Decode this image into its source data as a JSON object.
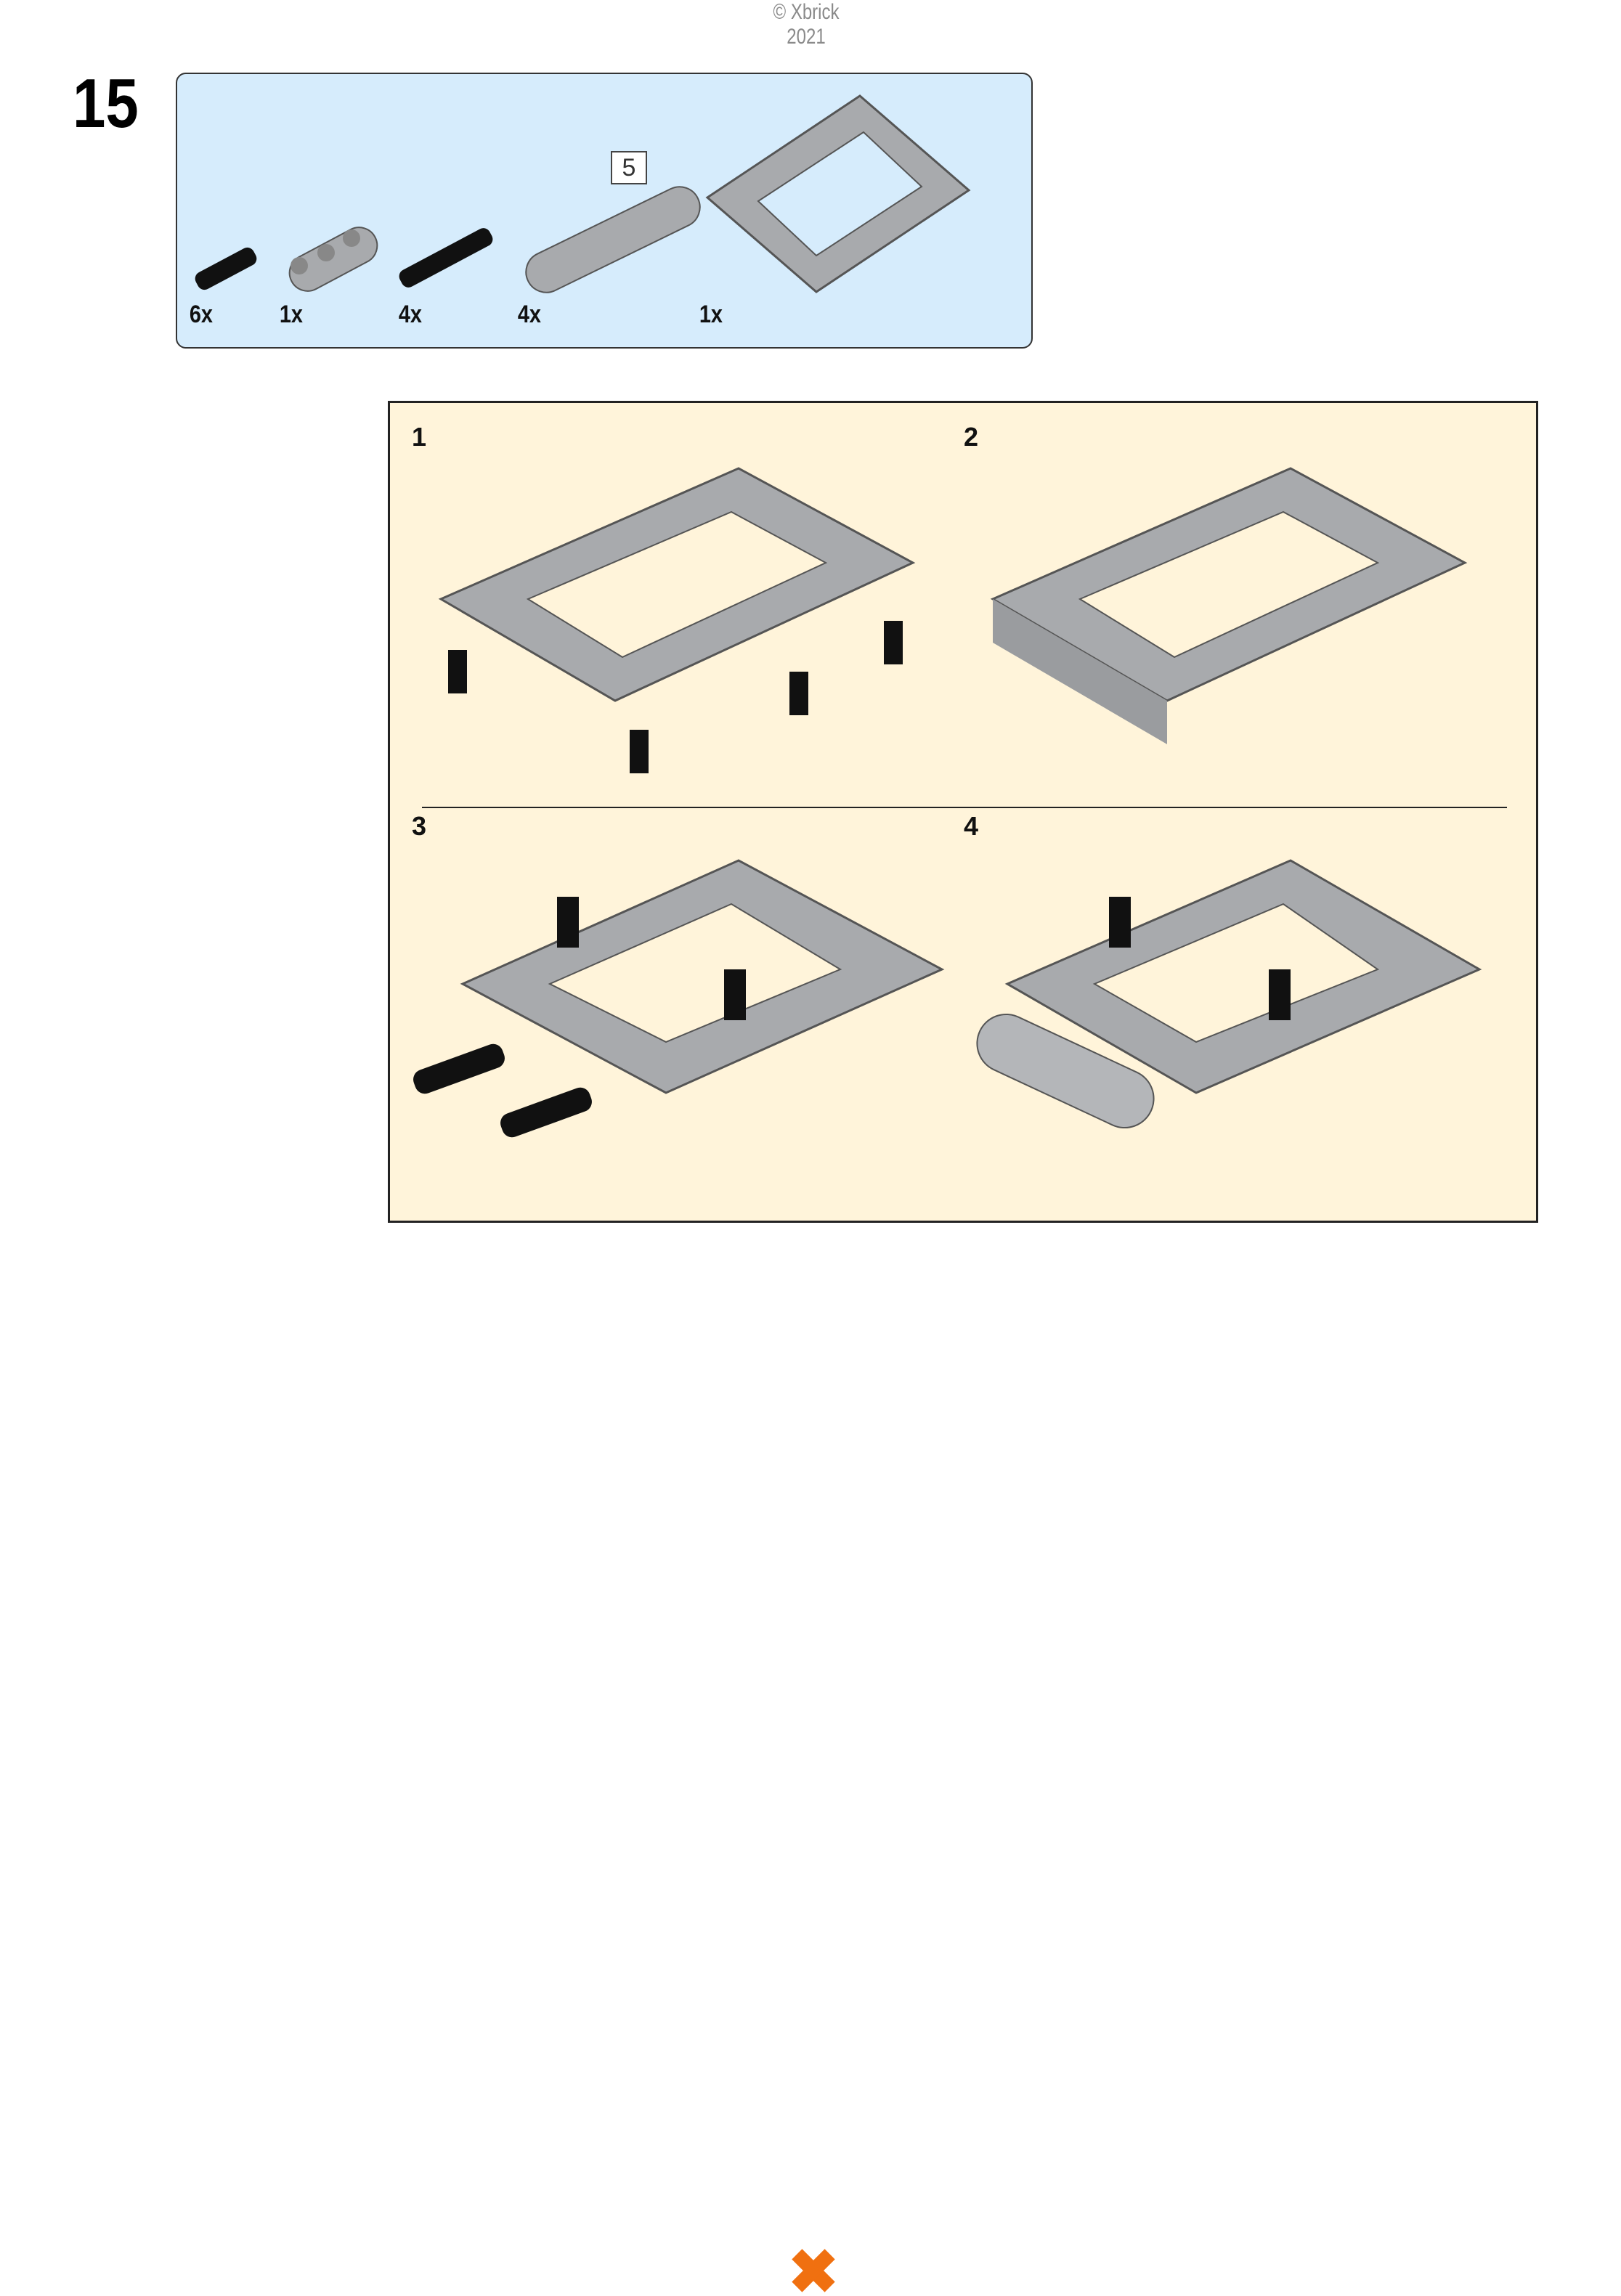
{
  "header": {
    "copyright": "© Xbrick 2021"
  },
  "step": {
    "number": "15"
  },
  "parts_list": {
    "items": [
      {
        "name": "pin-with-friction",
        "qty": "6x"
      },
      {
        "name": "beam-3",
        "qty": "1x"
      },
      {
        "name": "axle-pin-long",
        "qty": "4x"
      },
      {
        "name": "beam-5",
        "qty": "4x",
        "length_label": "5"
      },
      {
        "name": "open-frame-5x7",
        "qty": "1x"
      }
    ]
  },
  "sub_assembly": {
    "steps": [
      {
        "number": "1"
      },
      {
        "number": "2"
      },
      {
        "number": "3"
      },
      {
        "number": "4"
      }
    ]
  },
  "colors": {
    "parts_bg": "#d6ecfc",
    "sub_bg": "#fff4da",
    "brick_gray": "#a8aaad",
    "pin_black": "#111111",
    "arrow_red": "#e01010",
    "logo_orange": "#f07010"
  }
}
